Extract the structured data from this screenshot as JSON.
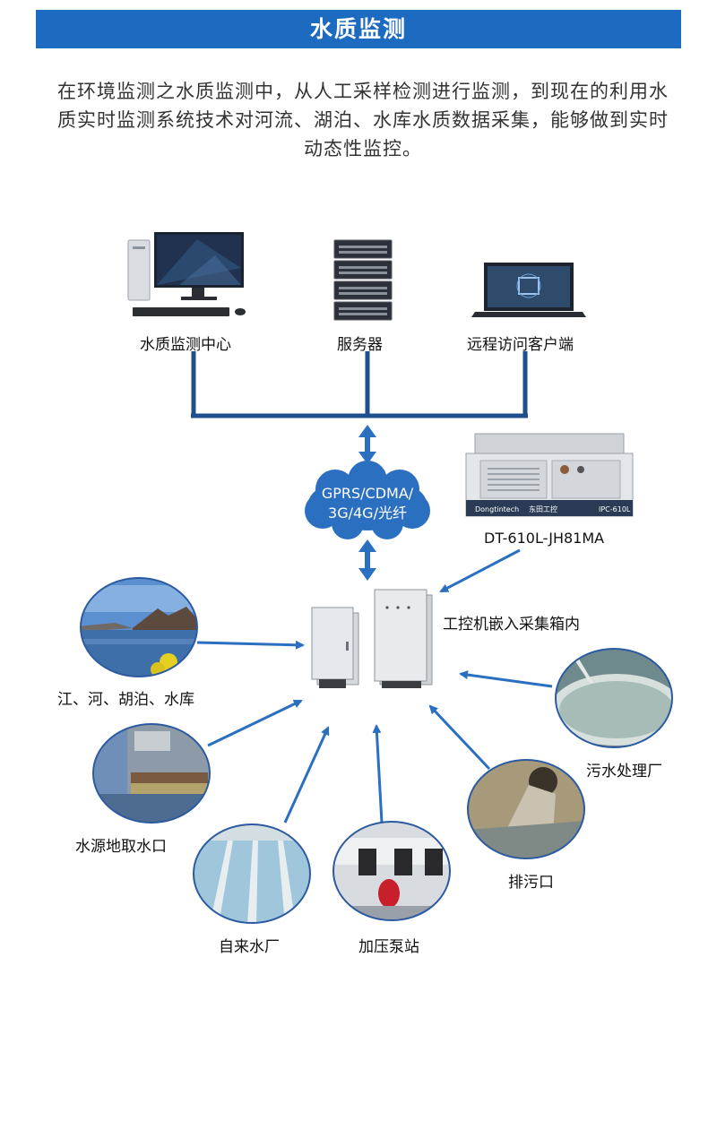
{
  "header": {
    "title": "水质监测"
  },
  "intro": {
    "text": "在环境监测之水质监测中，从人工采样检测进行监测，到现在的利用水质实时监测系统技术对河流、湖泊、水库水质数据采集，能够做到实时动态性监控。"
  },
  "top_nodes": {
    "center": "水质监测中心",
    "server": "服务器",
    "client": "远程访问客户端"
  },
  "network": {
    "line1": "GPRS/CDMA/",
    "line2": "3G/4G/光纤"
  },
  "ipc": {
    "model": "DT-610L-JH81MA",
    "brand": "Dongtintech",
    "badge": "东田工控",
    "panel_model": "IPC-610L"
  },
  "cabinet": {
    "label": "工控机嵌入采集箱内"
  },
  "sources": {
    "rivers": "江、河、胡泊、水库",
    "intake": "水源地取水口",
    "waterworks": "自来水厂",
    "pump": "加压泵站",
    "outfall": "排污口",
    "sewage": "污水处理厂"
  },
  "colors": {
    "accent": "#1c6bc0",
    "line": "#1f4f8c",
    "arrow": "#2b6fc0"
  }
}
